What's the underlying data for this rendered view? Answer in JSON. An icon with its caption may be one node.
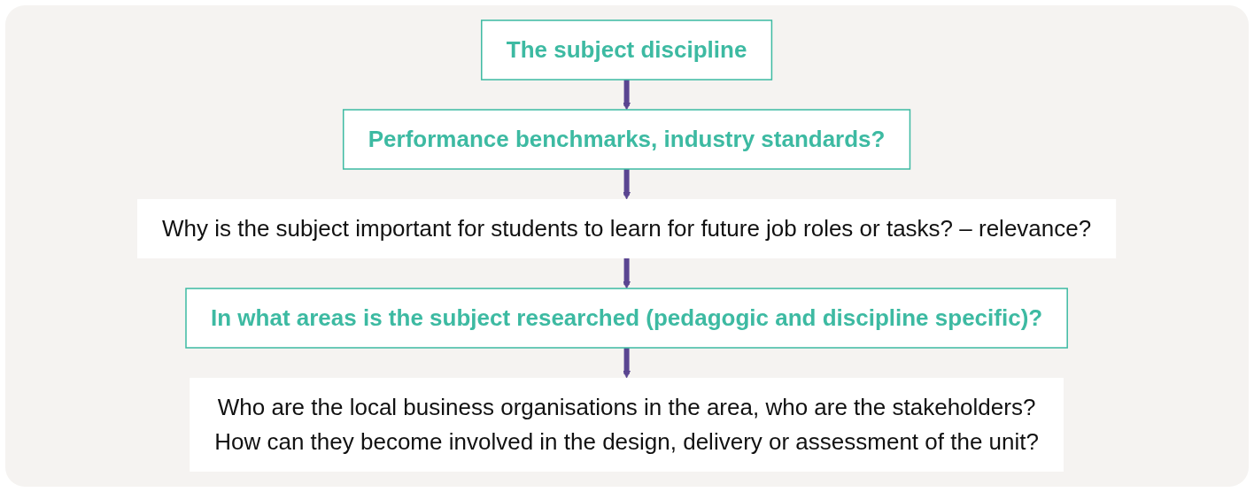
{
  "diagram": {
    "nodes": [
      {
        "text": [
          "The subject discipline"
        ]
      },
      {
        "text": [
          "Performance benchmarks, industry standards?"
        ]
      },
      {
        "text": [
          "Why is the subject important for students to learn for future job roles or tasks? – relevance?"
        ]
      },
      {
        "text": [
          "In what areas is the subject researched (pedagogic and discipline specific)?"
        ]
      },
      {
        "text": [
          "Who are the local business organisations in the area, who are the stakeholders?",
          "How can they become involved in the design, delivery or assessment of the unit?"
        ]
      }
    ],
    "edges": [
      {
        "from": 0,
        "to": 1,
        "arrow": "to"
      },
      {
        "from": 1,
        "to": 2,
        "arrow": "to"
      },
      {
        "from": 2,
        "to": 3,
        "arrow": "to"
      },
      {
        "from": 3,
        "to": 4,
        "arrow": "to"
      }
    ]
  }
}
